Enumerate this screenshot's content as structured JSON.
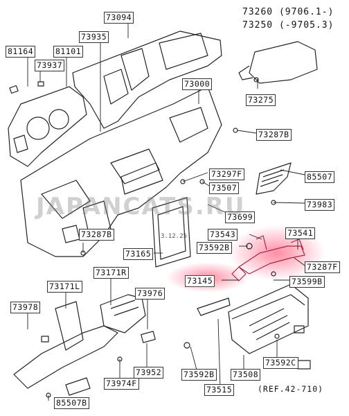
{
  "diagram": {
    "watermark": "JAPANCATS.RU",
    "reference": "(REF.42-710)",
    "date_stamp": "3.12.25",
    "supersession": {
      "line1_code": "73260",
      "line1_range": "(9706.1-)",
      "line2_code": "73250",
      "line2_range": "(-9705.3)"
    },
    "highlight_color": "#ff3b5c",
    "line_color": "#222222",
    "labels": {
      "l73094": "73094",
      "l73935": "73935",
      "l81164": "81164",
      "l81101": "81101",
      "l73937": "73937",
      "l73000": "73000",
      "l73275": "73275",
      "l73287b_r": "73287B",
      "l85507": "85507",
      "l73297f": "73297F",
      "l73507": "73507",
      "l73983": "73983",
      "l73699": "73699",
      "l73543": "73543",
      "l73541": "73541",
      "l73287b_l": "73287B",
      "l73592b_t": "73592B",
      "l73165": "73165",
      "l73287f": "73287F",
      "l73145": "73145",
      "l73599b": "73599B",
      "l73171r": "73171R",
      "l73171l": "73171L",
      "l73976": "73976",
      "l73978": "73978",
      "l73952": "73952",
      "l73974f": "73974F",
      "l85507b": "85507B",
      "l73592b_b": "73592B",
      "l73515": "73515",
      "l73508": "73508",
      "l73592c": "73592C"
    }
  }
}
